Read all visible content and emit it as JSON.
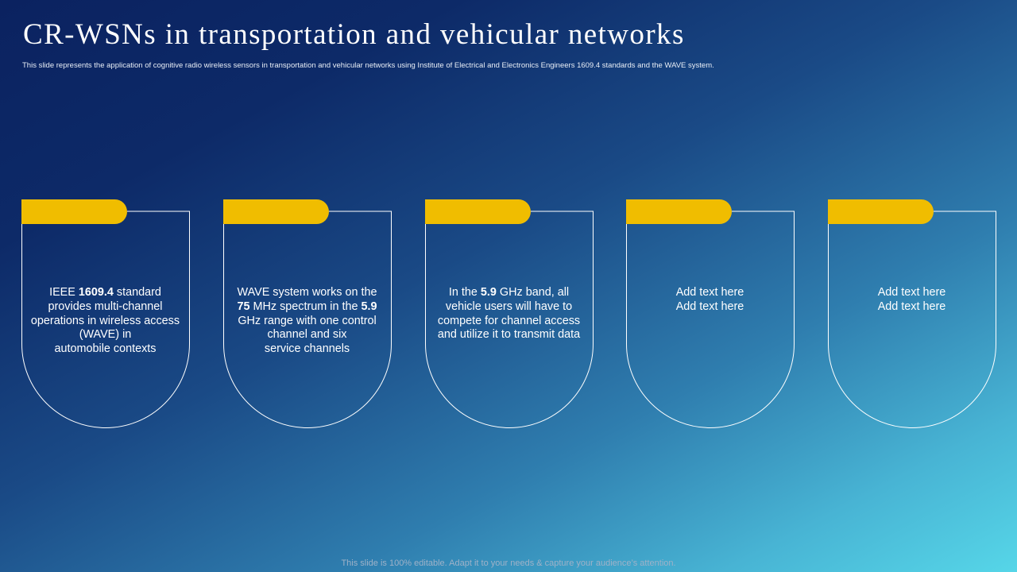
{
  "slide": {
    "title": "CR-WSNs in transportation and vehicular networks",
    "subtitle": "This slide represents the application of cognitive radio wireless sensors in transportation and vehicular networks using Institute of Electrical and Electronics Engineers 1609.4 standards and the WAVE system.",
    "footer": "This slide is 100% editable. Adapt it to your needs & capture your audience’s attention."
  },
  "colors": {
    "tab_accent": "#f0bd00",
    "outline": "#ffffff"
  },
  "cards": [
    {
      "line1_pre": "IEEE ",
      "line1_bold": "1609.4",
      "line1_post": " standard",
      "line2": "provides multi-channel",
      "line3": "operations in wireless access",
      "line4": "(WAVE) in",
      "line5": "automobile contexts"
    },
    {
      "line1": "WAVE system works on the",
      "line2_bold1": "75",
      "line2_mid": " MHz spectrum in the ",
      "line2_bold2": "5.9",
      "line3": "GHz range with one control",
      "line4": "channel and six",
      "line5": "service channels"
    },
    {
      "line1_pre": "In the ",
      "line1_bold": "5.9",
      "line1_post": " GHz band, all",
      "line2": "vehicle users will have to",
      "line3": "compete for channel access",
      "line4": "and utilize it to transmit data"
    },
    {
      "line1": "Add text here",
      "line2": "Add text here"
    },
    {
      "line1": "Add text here",
      "line2": "Add text here"
    }
  ]
}
